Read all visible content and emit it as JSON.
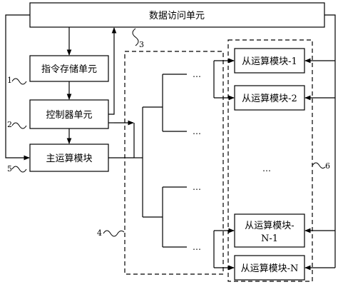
{
  "units": {
    "data_access": "数据访问单元",
    "instruction_storage": "指令存储单元",
    "controller": "控制器单元",
    "master_compute": "主运算模块"
  },
  "slaves": {
    "slave_1": "从运算模块-1",
    "slave_2": "从运算模块-2",
    "slave_n_minus_1_line1": "从运算模块-",
    "slave_n_minus_1_line2": "N-1",
    "slave_n": "从运算模块-N"
  },
  "ellipsis": {
    "dots": "…",
    "vertical_dots": "⋮"
  },
  "reference_numerals": {
    "instruction_storage": "1",
    "controller": "2",
    "data_path": "3",
    "interconnect": "4",
    "master_compute": "5",
    "slave_group": "6"
  }
}
